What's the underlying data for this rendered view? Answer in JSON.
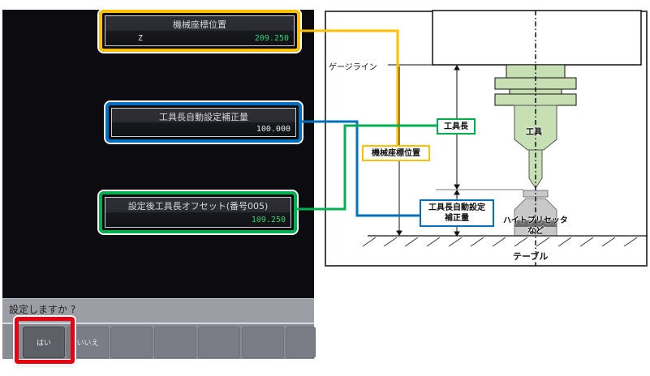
{
  "cnc_screen": {
    "machine_position": {
      "title": "機械座標位置",
      "axis": "Z",
      "value": "209.250",
      "highlight_color": "#ffc000"
    },
    "auto_set_compensation": {
      "title": "工具長自動設定補正量",
      "value": "100.000",
      "highlight_color": "#0070c0"
    },
    "tool_offset_after": {
      "title": "設定後工具長オフセット(番号005)",
      "value": "109.250",
      "highlight_color": "#00b050"
    },
    "prompt": "設定しますか ?",
    "softkeys": [
      {
        "label": "はい",
        "active": true
      },
      {
        "label": "いいえ",
        "active": false
      },
      {
        "label": "",
        "active": false
      },
      {
        "label": "",
        "active": false
      },
      {
        "label": "",
        "active": false
      },
      {
        "label": "",
        "active": false
      },
      {
        "label": "",
        "active": false
      }
    ],
    "highlight_button_color": "#e60012"
  },
  "diagram": {
    "gauge_line": "ゲージライン",
    "tool_length": "工具長",
    "tool": "工具",
    "machine_position": "機械座標位置",
    "auto_set_comp_line1": "工具長自動設定",
    "auto_set_comp_line2": "補正量",
    "presetter_line1": "ハイトプリセッタ",
    "presetter_line2": "など",
    "table": "テーブル",
    "colors": {
      "tool_fill": "#c6e0b4",
      "presetter_fill": "#c8c8c8",
      "presetter_band": "#6a6a6a"
    }
  }
}
